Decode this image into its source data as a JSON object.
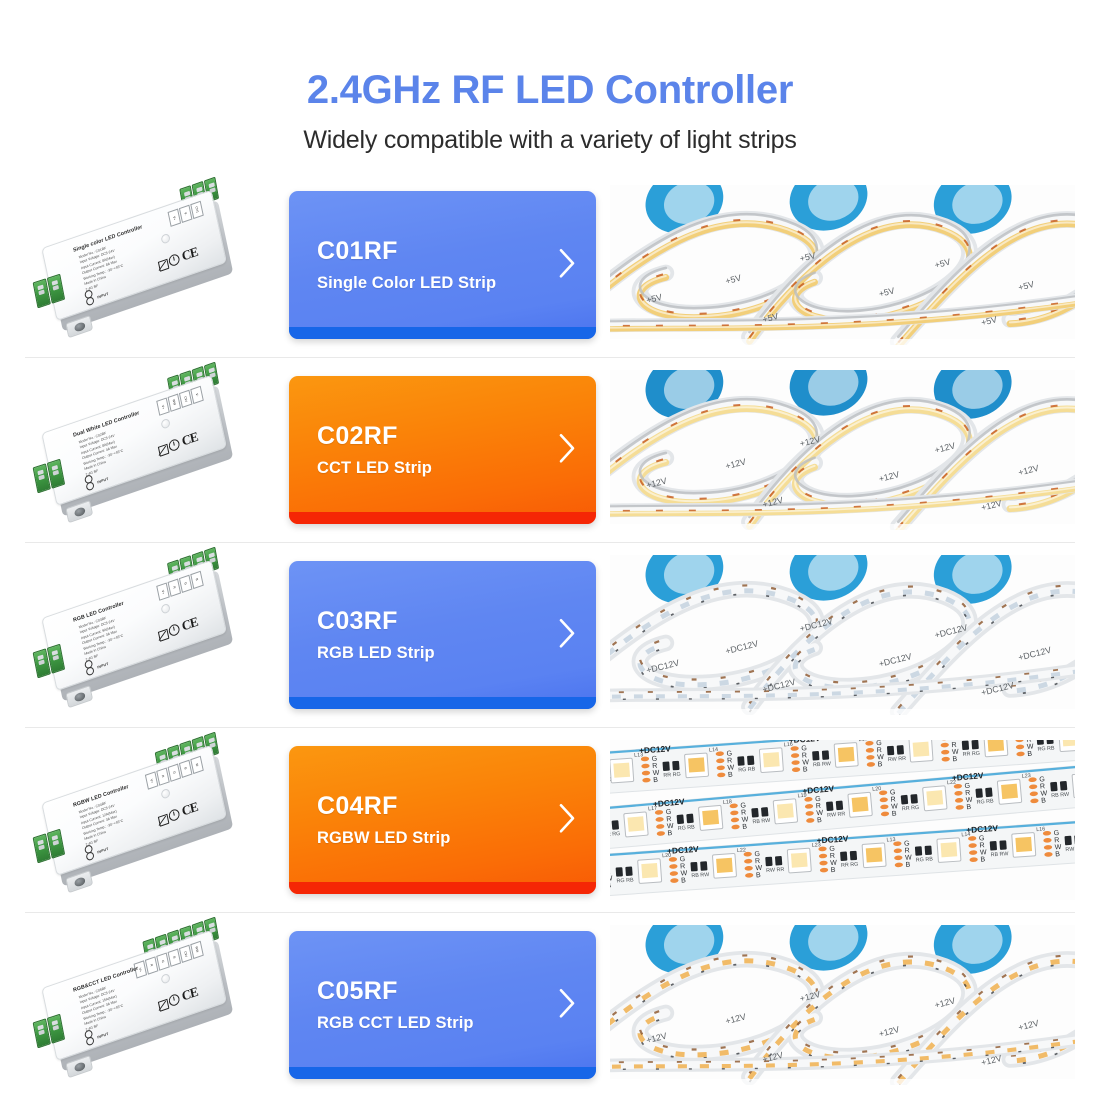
{
  "header": {
    "title": "2.4GHz RF LED Controller",
    "subtitle": "Widely compatible with a variety of light strips",
    "title_color": "#5b84ea",
    "subtitle_color": "#2c2c2c"
  },
  "cards": [
    {
      "model": "C01RF",
      "description": "Single Color LED Strip",
      "color_theme": "blue",
      "card_color": "#5f86f2",
      "card_foot_color": "#1766e8",
      "arrow_icon": "chevron-right-icon",
      "controller": {
        "label": "Single color LED Controller",
        "specs": [
          "Model No.: C01RF",
          "Input Voltage: DC5-24V",
          "Input Current: 8A(Max)",
          "Output Current: 8A Max",
          "Working Temp.: -30~+45°C",
          "Made in China",
          "2.4G RF"
        ],
        "output_terminals": 3,
        "input_terminals": 2,
        "pin_labels": [
          "V+",
          "V-",
          "CH1"
        ],
        "input_mark": "INPUT"
      },
      "strip": {
        "type": "cob-warm-white",
        "voltage_marks": "+5V",
        "reel_color": "#2b9fd8",
        "phosphor_color": "#f2cf7a"
      }
    },
    {
      "model": "C02RF",
      "description": "CCT LED Strip",
      "color_theme": "orange",
      "card_color": "#fa8208",
      "card_foot_color": "#f52605",
      "arrow_icon": "chevron-right-icon",
      "controller": {
        "label": "Dual White LED Controller",
        "specs": [
          "Model No.: C02RF",
          "Input Voltage: DC5-24V",
          "Input Current: 8A(Max)",
          "Output Current: 4A Max",
          "Working Temp.: -30~+45°C",
          "Made in China",
          "2.4G RF"
        ],
        "output_terminals": 4,
        "input_terminals": 2,
        "pin_labels": [
          "V+",
          "WW",
          "CW",
          "V-"
        ],
        "input_mark": "INPUT"
      },
      "strip": {
        "type": "cob-cct",
        "voltage_marks": "+12V",
        "reel_color": "#1f8ecb",
        "phosphor_color": "#f5dd96"
      }
    },
    {
      "model": "C03RF",
      "description": "RGB LED Strip",
      "color_theme": "blue",
      "card_color": "#5f86f2",
      "card_foot_color": "#1766e8",
      "arrow_icon": "chevron-right-icon",
      "controller": {
        "label": "RGB LED Controller",
        "specs": [
          "Model No.: C03RF",
          "Input Voltage: DC5-24V",
          "Input Current: 9A(Max)",
          "Output Current: 3A Max",
          "Working Temp.: -30~+45°C",
          "Made in China",
          "2.4G RF"
        ],
        "output_terminals": 4,
        "input_terminals": 2,
        "pin_labels": [
          "V+",
          "R",
          "G",
          "B"
        ],
        "input_mark": "INPUT"
      },
      "strip": {
        "type": "rgb-smd",
        "voltage_marks": "+DC12V",
        "reel_color": "#2b9fd8",
        "phosphor_color": "#c9d6e2"
      }
    },
    {
      "model": "C04RF",
      "description": "RGBW LED Strip",
      "color_theme": "orange",
      "card_color": "#fa8208",
      "card_foot_color": "#f52605",
      "arrow_icon": "chevron-right-icon",
      "controller": {
        "label": "RGBW LED Controller",
        "specs": [
          "Model No.: C04RF",
          "Input Voltage: DC5-24V",
          "Input Current: 12A(Max)",
          "Output Current: 3A Max",
          "Working Temp.: -30~+45°C",
          "Made in China",
          "2.4G RF"
        ],
        "output_terminals": 5,
        "input_terminals": 2,
        "pin_labels": [
          "V+",
          "R",
          "G",
          "B",
          "W"
        ],
        "input_mark": "INPUT"
      },
      "strip": {
        "type": "rgbw-5050-closeup",
        "voltage_marks": "+DC12V",
        "pad_labels": [
          "G",
          "R",
          "W",
          "B"
        ],
        "led_refs": [
          "L13",
          "L14",
          "L16",
          "L17",
          "L18",
          "L19",
          "L20",
          "L22",
          "L23"
        ],
        "resistor_labels": [
          "RR",
          "RG",
          "RB",
          "RW"
        ],
        "reel_color": "#2b9fd8"
      }
    },
    {
      "model": "C05RF",
      "description": "RGB CCT LED Strip",
      "color_theme": "blue",
      "card_color": "#5f86f2",
      "card_foot_color": "#1766e8",
      "arrow_icon": "chevron-right-icon",
      "controller": {
        "label": "RGB&CCT LED Controller",
        "specs": [
          "Model No.: C05RF",
          "Input Voltage: DC5-24V",
          "Input Current: 15A(Max)",
          "Output Current: 3A Max",
          "Working Temp.: -30~+45°C",
          "Made in China",
          "2.4G RF"
        ],
        "output_terminals": 6,
        "input_terminals": 2,
        "pin_labels": [
          "V+",
          "R",
          "G",
          "B",
          "CW",
          "WW"
        ],
        "input_mark": "INPUT"
      },
      "strip": {
        "type": "rgbcct-5050",
        "voltage_marks": "+12V",
        "reel_color": "#2b9fd8",
        "phosphor_color": "#f0b760"
      }
    }
  ]
}
